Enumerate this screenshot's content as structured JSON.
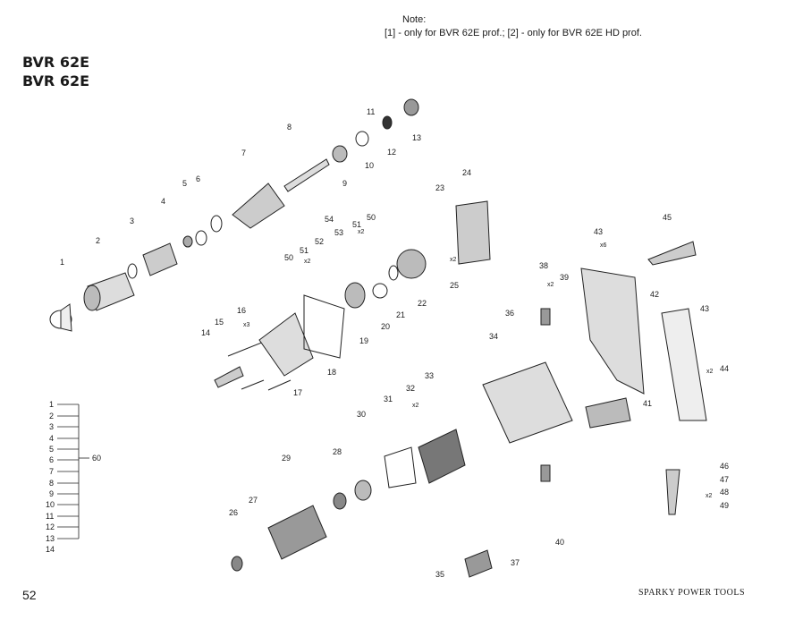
{
  "note": {
    "heading": "Note:",
    "text": "[1] - only for BVR 62E prof.; [2] - only for BVR 62E HD prof."
  },
  "titles": [
    "BVR 62E",
    "BVR 62E"
  ],
  "page_number": "52",
  "brand": "SPARKY POWER TOOLS",
  "callouts": [
    "1",
    "2",
    "3",
    "4",
    "5",
    "6",
    "7",
    "8",
    "9",
    "10",
    "11",
    "12",
    "13",
    "14",
    "15",
    "16",
    "17",
    "18",
    "19",
    "20",
    "21",
    "22",
    "23",
    "24",
    "25",
    "26",
    "27",
    "28",
    "29",
    "30",
    "31",
    "32",
    "33",
    "34",
    "35",
    "36",
    "37",
    "38",
    "39",
    "40",
    "41",
    "42",
    "43",
    "43",
    "44",
    "45",
    "46",
    "47",
    "48",
    "49",
    "50",
    "50",
    "51",
    "51",
    "52",
    "53",
    "54",
    "60"
  ],
  "quantities": [
    "x6",
    "x2",
    "x2",
    "x2",
    "x2",
    "x2",
    "x3",
    "x2",
    "x2"
  ],
  "bracket_60_items": [
    "1",
    "2",
    "3",
    "4",
    "5",
    "6",
    "7",
    "8",
    "9",
    "10",
    "11",
    "12",
    "13",
    "14"
  ]
}
